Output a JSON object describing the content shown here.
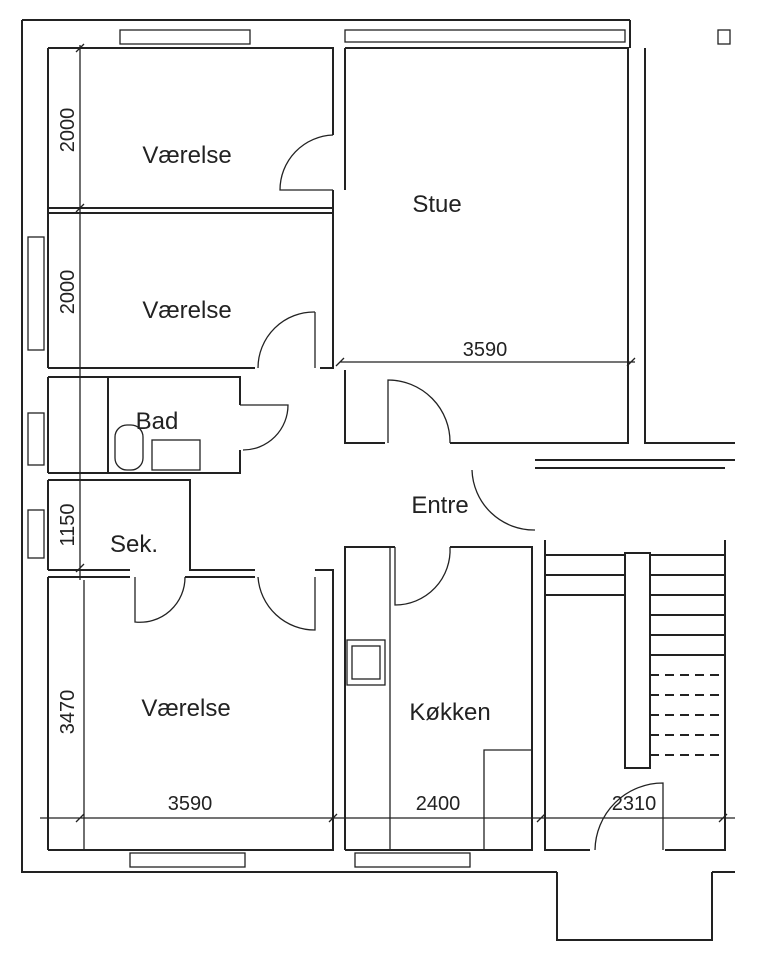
{
  "rooms": {
    "bedroom_top": "Værelse",
    "bedroom_middle": "Værelse",
    "living_room": "Stue",
    "bathroom": "Bad",
    "closet": "Sek.",
    "entrance": "Entre",
    "bedroom_bottom": "Værelse",
    "kitchen": "Køkken"
  },
  "dimensions": {
    "bedroom_top_height": "2000",
    "bedroom_middle_height": "2000",
    "living_room_width": "3590",
    "closet_height": "1150",
    "bedroom_bottom_height": "3470",
    "bedroom_bottom_width": "3590",
    "kitchen_width": "2400",
    "stair_width": "2310"
  }
}
